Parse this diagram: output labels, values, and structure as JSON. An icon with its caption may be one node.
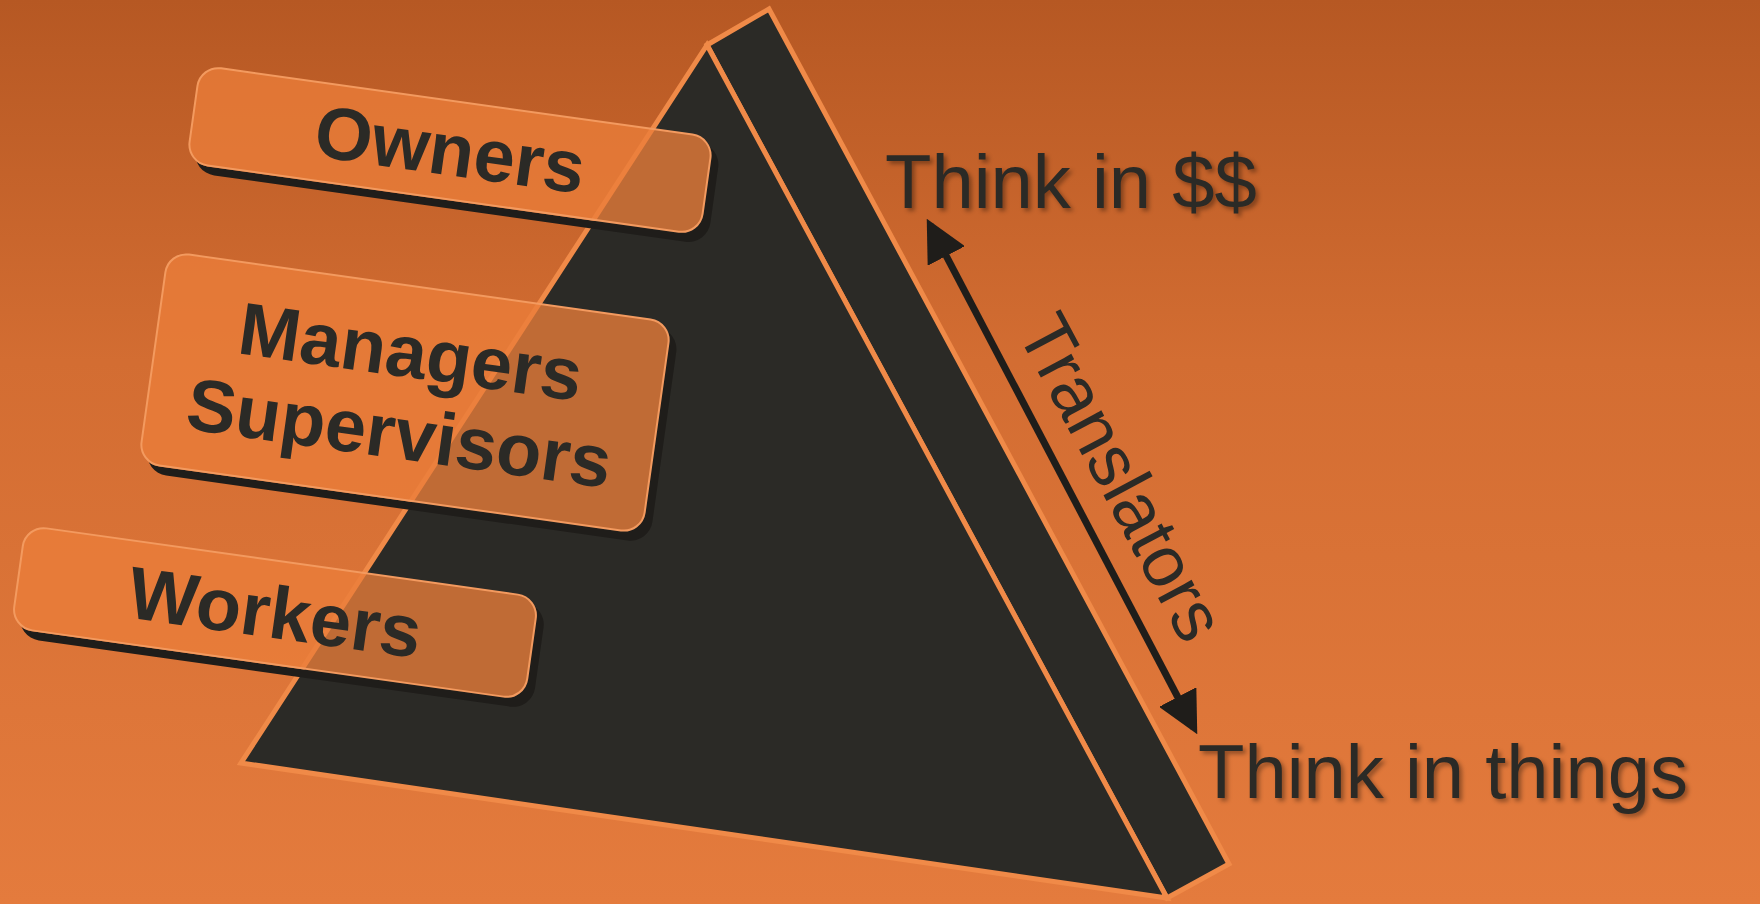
{
  "diagram": {
    "nodes": [
      {
        "text": [
          "Owners"
        ]
      },
      {
        "text": [
          "Managers Supervisors"
        ]
      },
      {
        "text": [
          "Workers"
        ]
      },
      {
        "text": [
          "Think in $$"
        ]
      },
      {
        "text": [
          "Think in things"
        ]
      }
    ],
    "edges": [
      {
        "from": 3,
        "to": 4,
        "arrow": "both",
        "label": "Translators"
      }
    ]
  }
}
